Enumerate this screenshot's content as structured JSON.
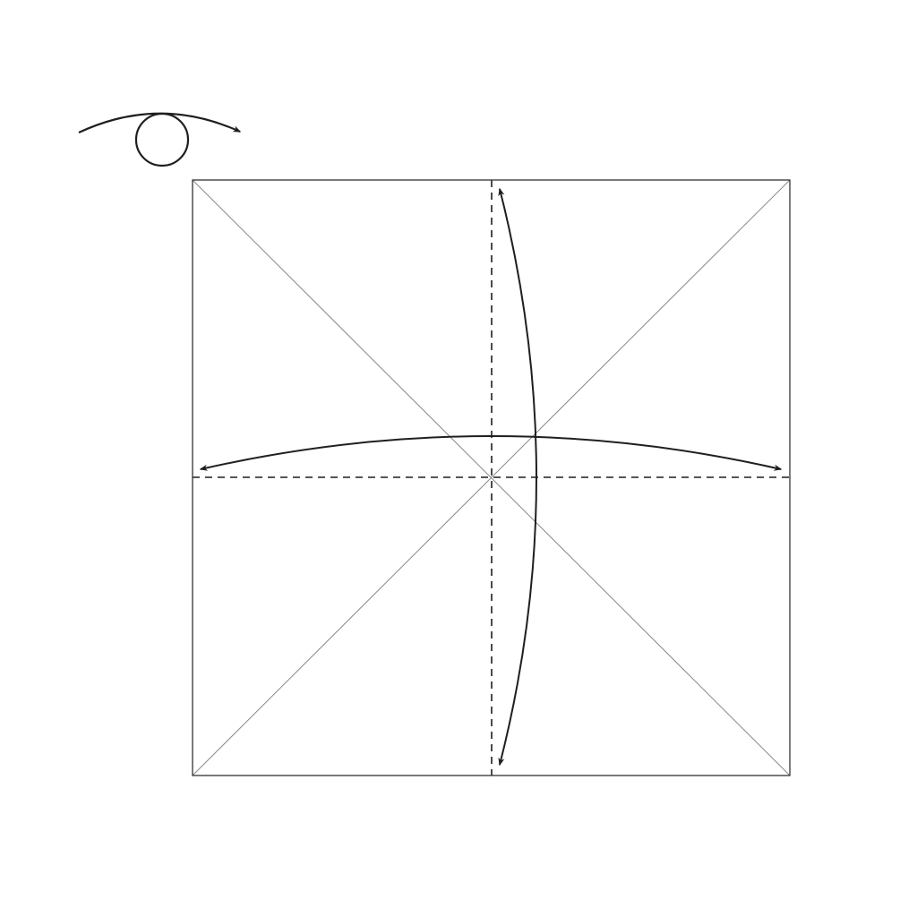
{
  "diagram": {
    "kind": "origami-crease-pattern",
    "turn_over_symbol": "turn-over-icon",
    "square_edges": 4,
    "diagonal_creases": 2,
    "valley_folds": [
      {
        "name": "vertical-center-valley-fold",
        "orientation": "vertical",
        "line_style": "dashed"
      },
      {
        "name": "horizontal-center-valley-fold",
        "orientation": "horizontal",
        "line_style": "dashed"
      }
    ],
    "fold_unfold_arrows": [
      {
        "name": "vertical-fold-unfold-arrow",
        "direction": "up-down",
        "heads": 2
      },
      {
        "name": "horizontal-fold-unfold-arrow",
        "direction": "left-right",
        "heads": 2
      }
    ],
    "colors": {
      "background": "#ffffff",
      "edge": "#333333",
      "crease": "#8a8a8a",
      "arrow": "#1f1f1f"
    }
  }
}
